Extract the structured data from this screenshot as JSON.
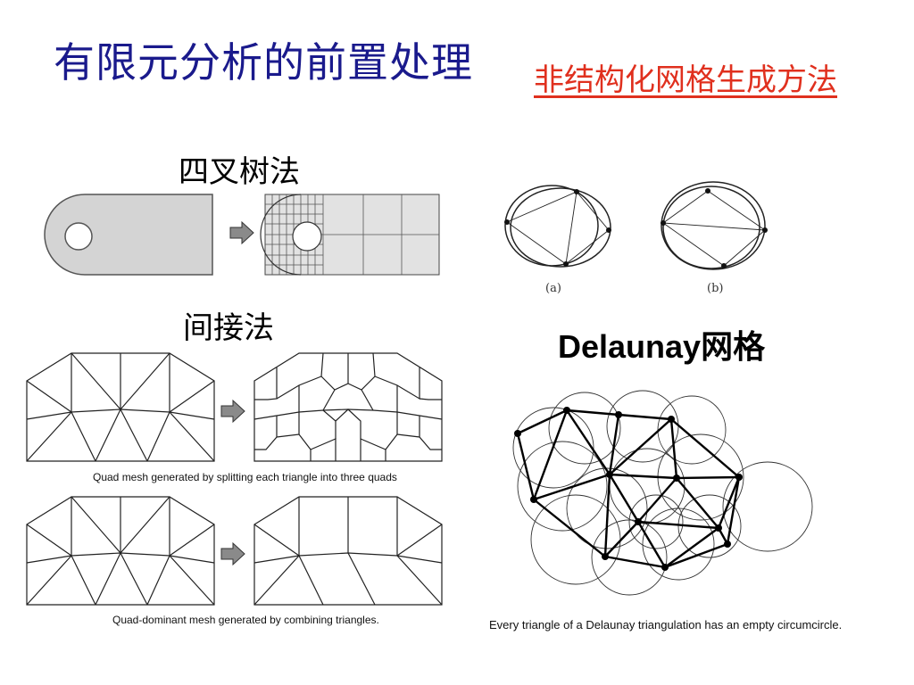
{
  "title": "有限元分析的前置处理",
  "subtitle_link": "非结构化网格生成方法",
  "headings": {
    "quadtree": "四叉树法",
    "indirect": "间接法",
    "delaunay": "Delaunay网格"
  },
  "captions": {
    "split_triangles": "Quad mesh generated by splitting each triangle into three quads",
    "combine_triangles": "Quad-dominant mesh generated by combining triangles.",
    "delaunay_property": "Every triangle of a Delaunay triangulation has an empty circumcircle."
  },
  "circle_labels": {
    "a": "(a)",
    "b": "(b)"
  },
  "colors": {
    "title": "#1a1a8c",
    "subtitle": "#e0301e",
    "part_fill": "#d4d4d4",
    "arrow_fill": "#8a8a8a"
  },
  "icons": {
    "arrow": "right-block-arrow-icon"
  }
}
